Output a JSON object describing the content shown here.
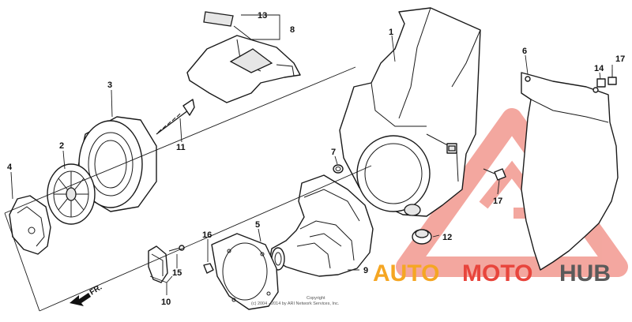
{
  "callouts": {
    "c1": "1",
    "c2": "2",
    "c3": "3",
    "c4": "4",
    "c5": "5",
    "c6": "6",
    "c7": "7",
    "c8": "8",
    "c9": "9",
    "c10": "10",
    "c11": "11",
    "c12": "12",
    "c13": "13",
    "c14": "14",
    "c15": "15",
    "c16": "16",
    "c17a": "17",
    "c17b": "17"
  },
  "direction_label": "FR.",
  "copyright": {
    "line1": "Copyright",
    "line2": "(c) 2004 - 2014 by ARI Network Services, Inc."
  },
  "watermark": {
    "part1": "AUTO",
    "part2": "MOTO",
    "part3": "HUB",
    "color_primary": "#f5a623",
    "color_secondary": "#e8453c",
    "color_hub": "#5a5a5a"
  }
}
